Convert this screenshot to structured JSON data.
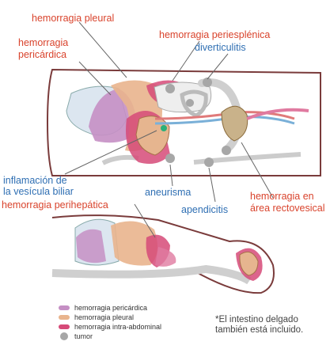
{
  "labels": {
    "hem_pleural": "hemorragia pleural",
    "hem_pericardica_1": "hemorragia",
    "hem_pericardica_2": "pericárdica",
    "hem_periesplenica": "hemorragia periesplénica",
    "diverticulitis": "diverticulitis",
    "vesicula_1": "inflamación de",
    "vesicula_2": "la vesícula biliar",
    "aneurisma": "aneurisma",
    "hem_perihepatica": "hemorragia perihepática",
    "apendicitis": "apendicitis",
    "hem_recto_1": "hemorragia en",
    "hem_recto_2": "área rectovesical"
  },
  "legend": [
    {
      "label": "hemorragia pericárdica",
      "color": "#c58fc4"
    },
    {
      "label": "hemorragia pleural",
      "color": "#e9b48d"
    },
    {
      "label": "hemorragia intra-abdominal",
      "color": "#d64a78"
    },
    {
      "label": "tumor",
      "color": "#a7a7a7"
    }
  ],
  "note": {
    "line1": "*El intestino delgado",
    "line2": "también está incluido."
  },
  "colors": {
    "red_label": "#d9432c",
    "blue_label": "#2f6fb3"
  }
}
